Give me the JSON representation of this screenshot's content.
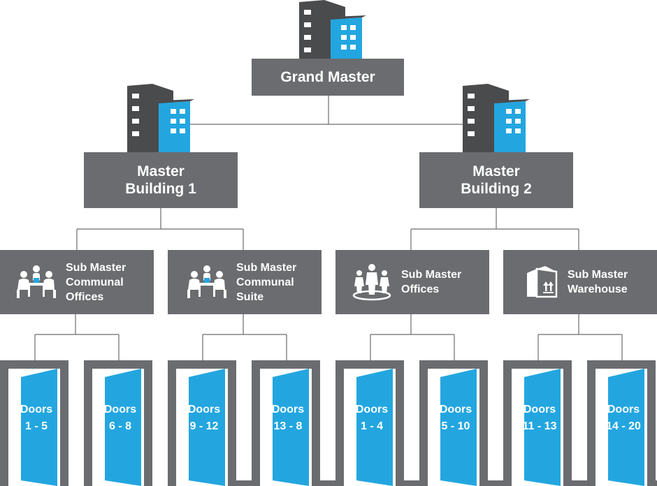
{
  "root": {
    "label": "Grand Master",
    "icon": "building-icon"
  },
  "masters": [
    {
      "line1": "Master",
      "line2": "Building 1",
      "icon": "building-icon"
    },
    {
      "line1": "Master",
      "line2": "Building 2",
      "icon": "building-icon"
    }
  ],
  "submasters": [
    {
      "line1": "Sub Master",
      "line2": "Communal",
      "line3": "Offices",
      "icon": "meeting-icon"
    },
    {
      "line1": "Sub Master",
      "line2": "Communal",
      "line3": "Suite",
      "icon": "meeting-icon"
    },
    {
      "line1": "Sub Master",
      "line2": "Offices",
      "icon": "people-icon"
    },
    {
      "line1": "Sub Master",
      "line2": "Warehouse",
      "icon": "warehouse-box-icon"
    }
  ],
  "doors": [
    {
      "line1": "Doors",
      "line2": "1 - 5"
    },
    {
      "line1": "Doors",
      "line2": "6 - 8"
    },
    {
      "line1": "Doors",
      "line2": "9 - 12"
    },
    {
      "line1": "Doors",
      "line2": "13 - 8"
    },
    {
      "line1": "Doors",
      "line2": "1 - 4"
    },
    {
      "line1": "Doors",
      "line2": "5 - 10"
    },
    {
      "line1": "Doors",
      "line2": "11 - 13"
    },
    {
      "line1": "Doors",
      "line2": "14 - 20"
    }
  ],
  "colors": {
    "box": "#6b6c6f",
    "accent": "#23a6e0",
    "dark": "#4a4b4d",
    "line": "#6b6c6f"
  }
}
